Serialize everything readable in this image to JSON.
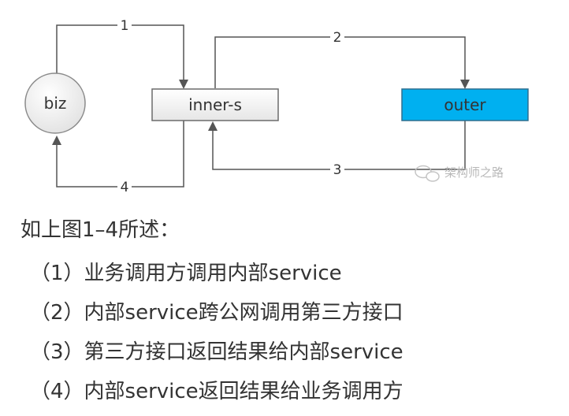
{
  "diagram": {
    "nodes": {
      "biz": "biz",
      "inner": "inner-s",
      "outer": "outer"
    },
    "edges": {
      "e1": "1",
      "e2": "2",
      "e3": "3",
      "e4": "4"
    },
    "watermark": "架构师之路",
    "colors": {
      "outer_fill": "#00b0f0",
      "inner_fill": "#f2f2f2",
      "line": "#555555"
    }
  },
  "caption": "如上图1–4所述：",
  "steps": [
    "（1）业务调用方调用内部service",
    "（2）内部service跨公网调用第三方接口",
    "（3）第三方接口返回结果给内部service",
    "（4）内部service返回结果给业务调用方"
  ]
}
